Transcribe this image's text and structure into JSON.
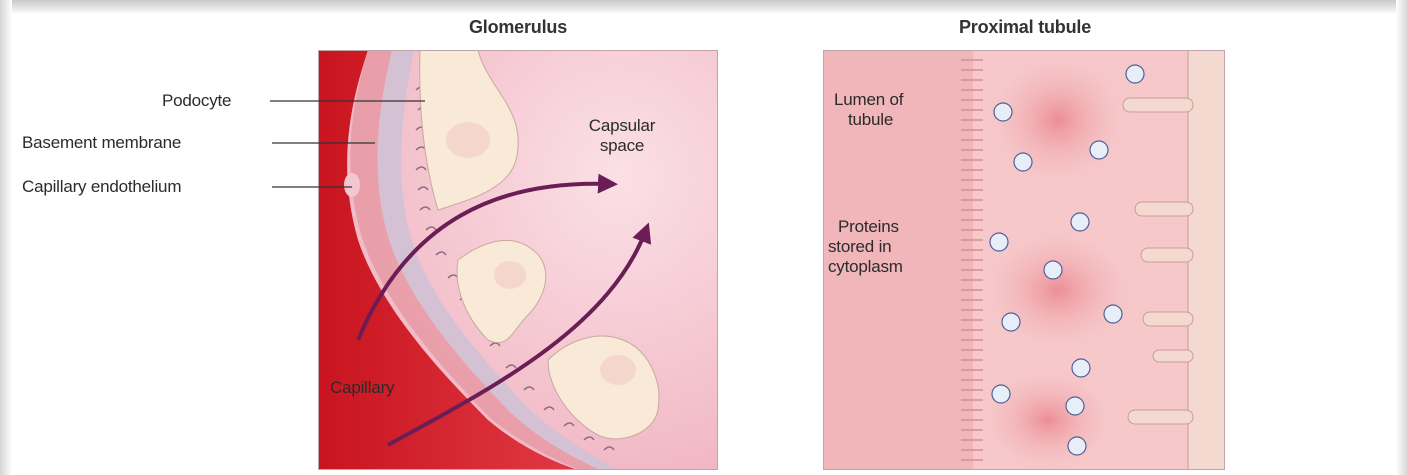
{
  "glomerulus": {
    "title": "Glomerulus",
    "labels": {
      "podocyte": "Podocyte",
      "basement": "Basement membrane",
      "endothelium": "Capillary endothelium",
      "capsular_line1": "Capsular",
      "capsular_line2": "space",
      "capillary": "Capillary"
    }
  },
  "tubule": {
    "title": "Proximal tubule",
    "labels": {
      "lumen_line1": "Lumen of",
      "lumen_line2": "tubule",
      "proteins_line1": "Proteins",
      "proteins_line2": "stored in",
      "proteins_line3": "cytoplasm"
    }
  },
  "colors": {
    "blood": "#d81d2a",
    "capsule_bg": "#f1bcc6",
    "podocyte": "#f8ead7",
    "membrane": "#d4c2d4",
    "arrow": "#6b1e55",
    "tubule_bg": "#f5c4c6",
    "lumen": "#f0b6b9"
  }
}
